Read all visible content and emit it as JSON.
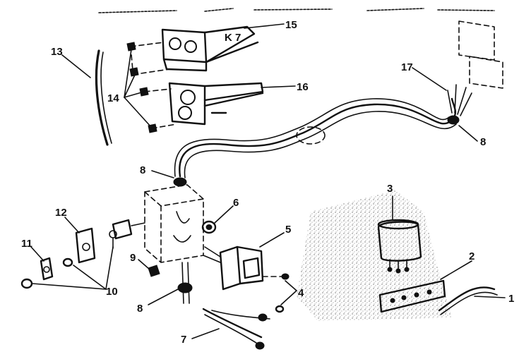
{
  "callouts": [
    "1",
    "2",
    "3",
    "4",
    "5",
    "6",
    "7",
    "8",
    "8",
    "8",
    "9",
    "10",
    "11",
    "12",
    "13",
    "14",
    "15",
    "16",
    "17"
  ],
  "colors": {
    "ink": "#111111",
    "paper": "#ffffff",
    "speckle": "#8a8a8a"
  },
  "parts": [
    "power-cord",
    "terminal-board",
    "capacitor",
    "screw",
    "relay",
    "grommet",
    "wire-harness",
    "strain-relief",
    "screw-small",
    "nut",
    "clip",
    "bracket",
    "tube",
    "mounting-screw",
    "upper-socket",
    "lower-socket",
    "wire-leads"
  ]
}
